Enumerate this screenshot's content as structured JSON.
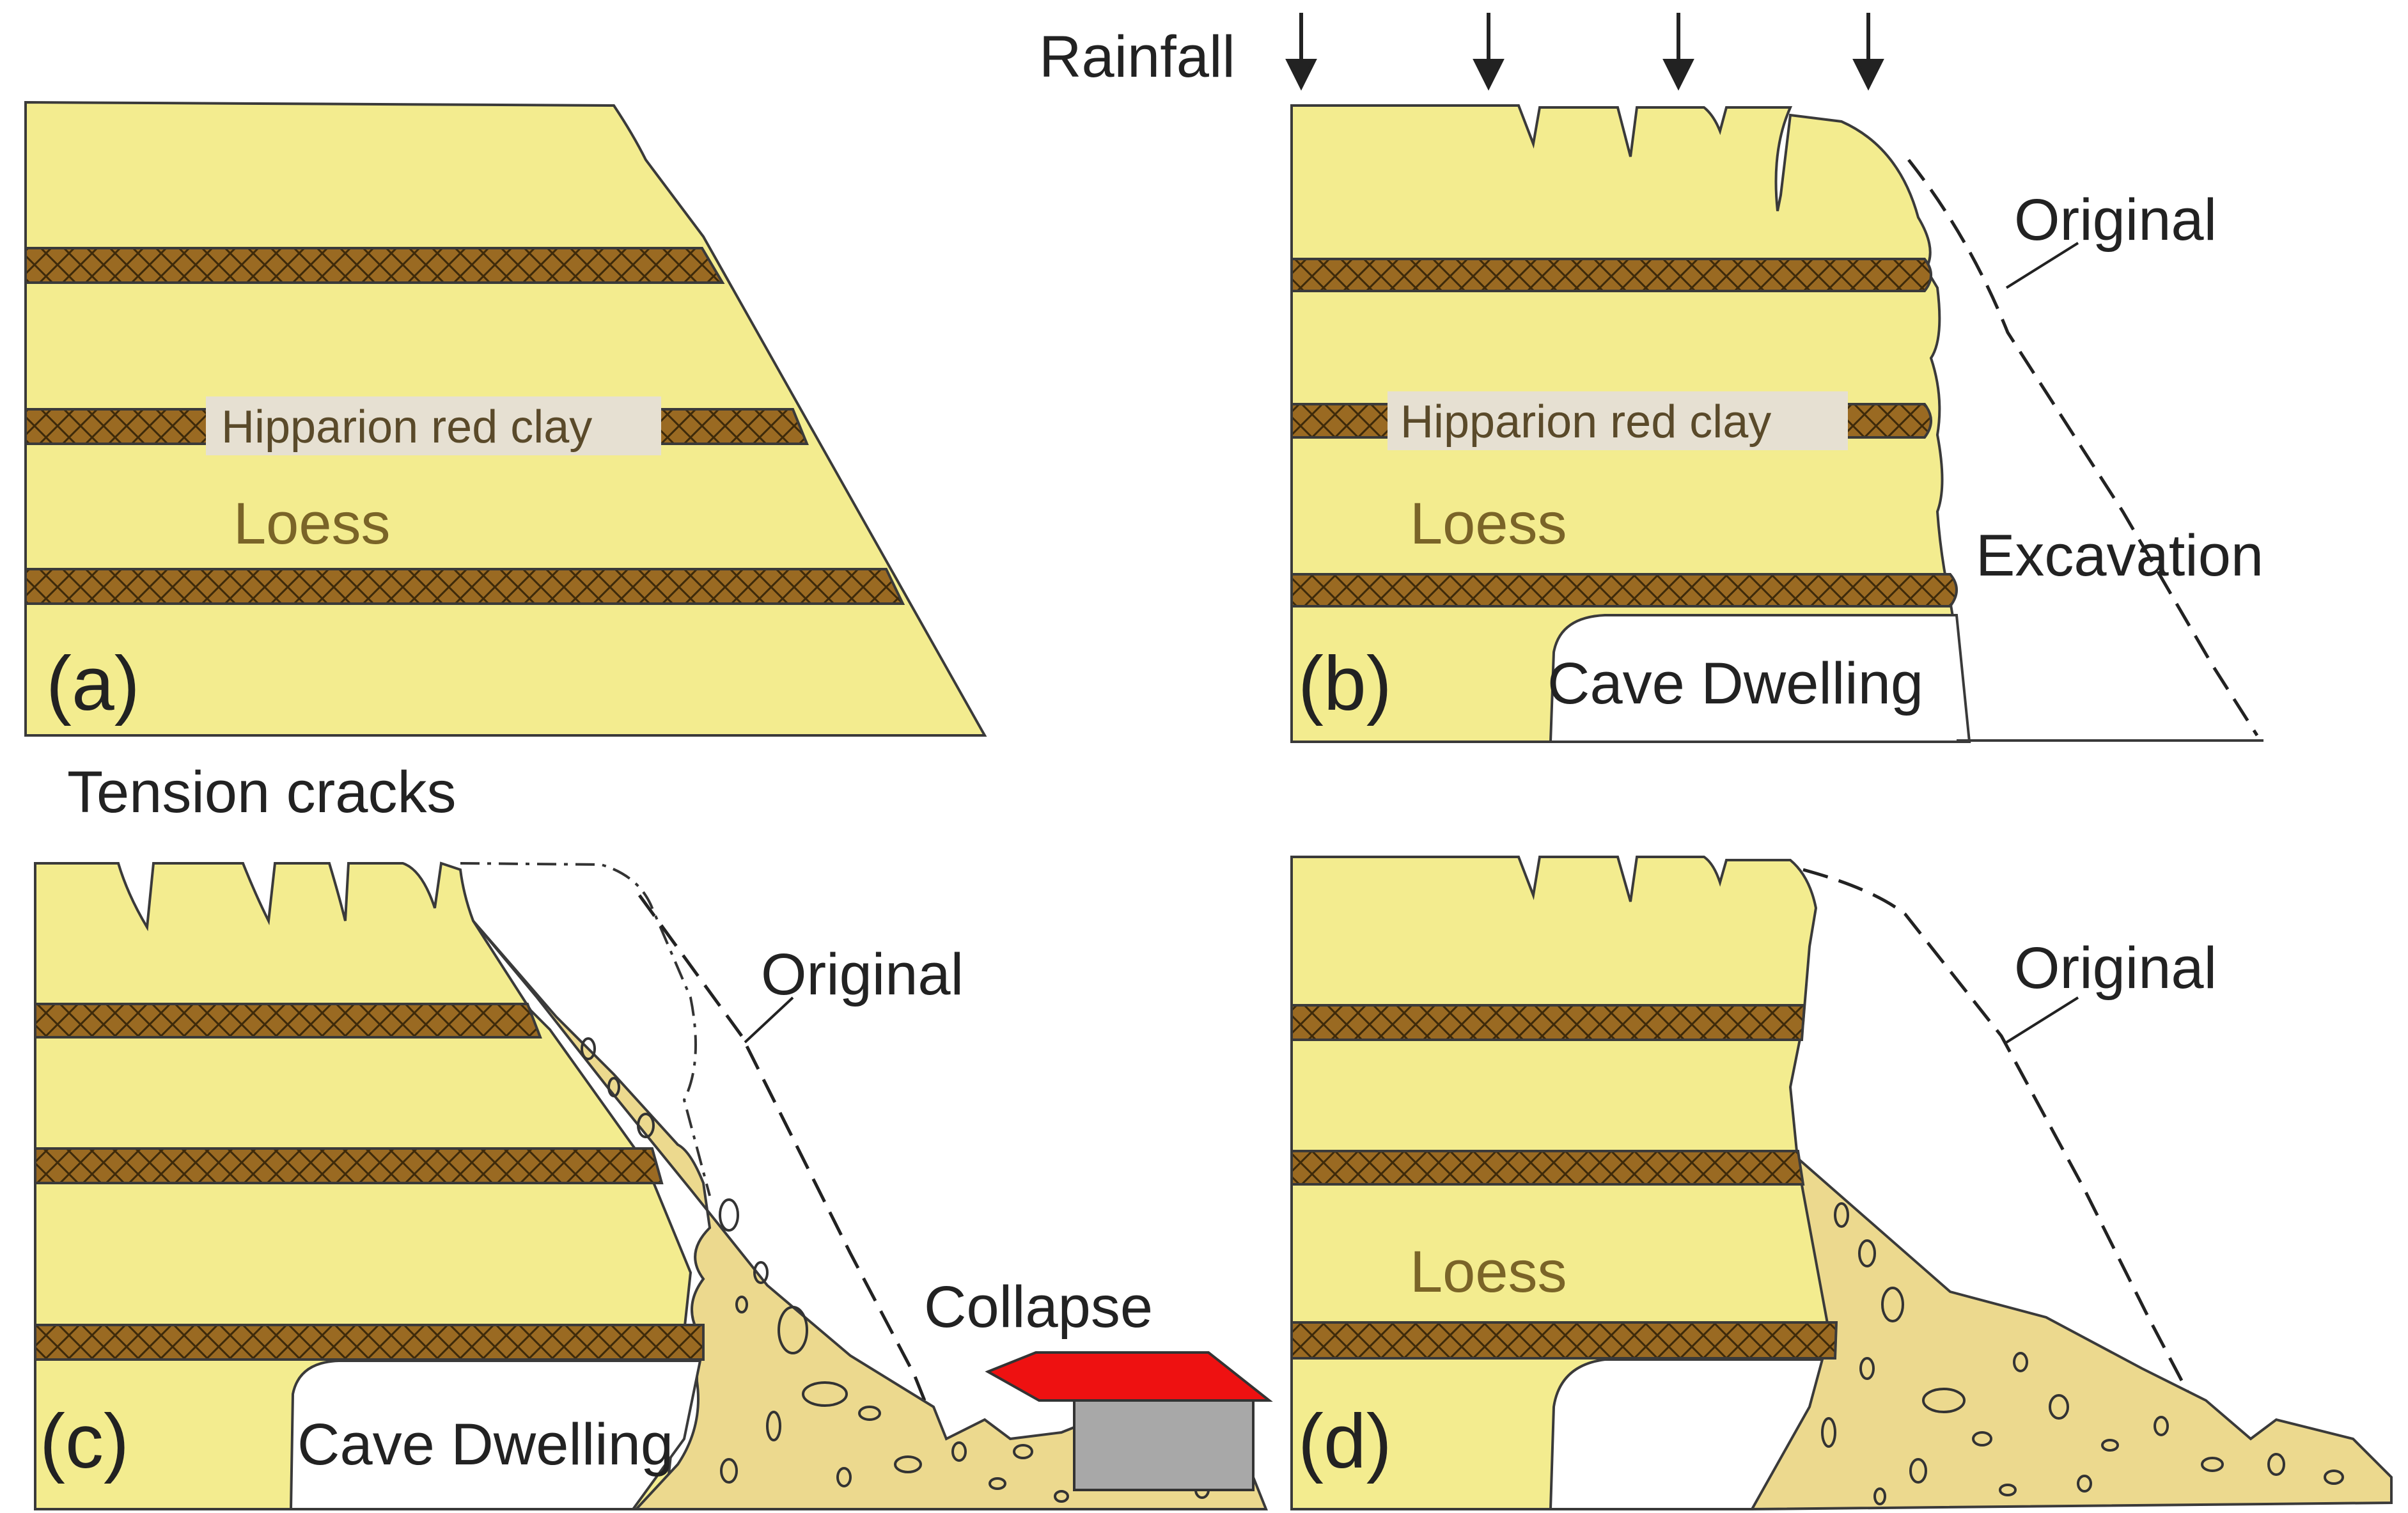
{
  "panels": [
    {
      "id": "a",
      "label": "(a)",
      "loess": "Loess",
      "clay": "Hipparion red clay"
    },
    {
      "id": "b",
      "label": "(b)",
      "loess": "Loess",
      "clay": "Hipparion red clay",
      "rainfall": "Rainfall",
      "original": "Original",
      "excavation": "Excavation",
      "cave": "Cave Dwelling"
    },
    {
      "id": "c",
      "label": "(c)",
      "tension": "Tension cracks",
      "original": "Original",
      "collapse": "Collapse",
      "cave": "Cave Dwelling"
    },
    {
      "id": "d",
      "label": "(d)",
      "loess": "Loess",
      "original": "Original"
    }
  ],
  "colors": {
    "loess": "#f3ec8f",
    "clay_band": "#9a6a22",
    "clay_label_bg": "#e6e0d2",
    "debris": "#ecd98e",
    "roof": "#ee1111",
    "wall": "#a8a8a8"
  }
}
